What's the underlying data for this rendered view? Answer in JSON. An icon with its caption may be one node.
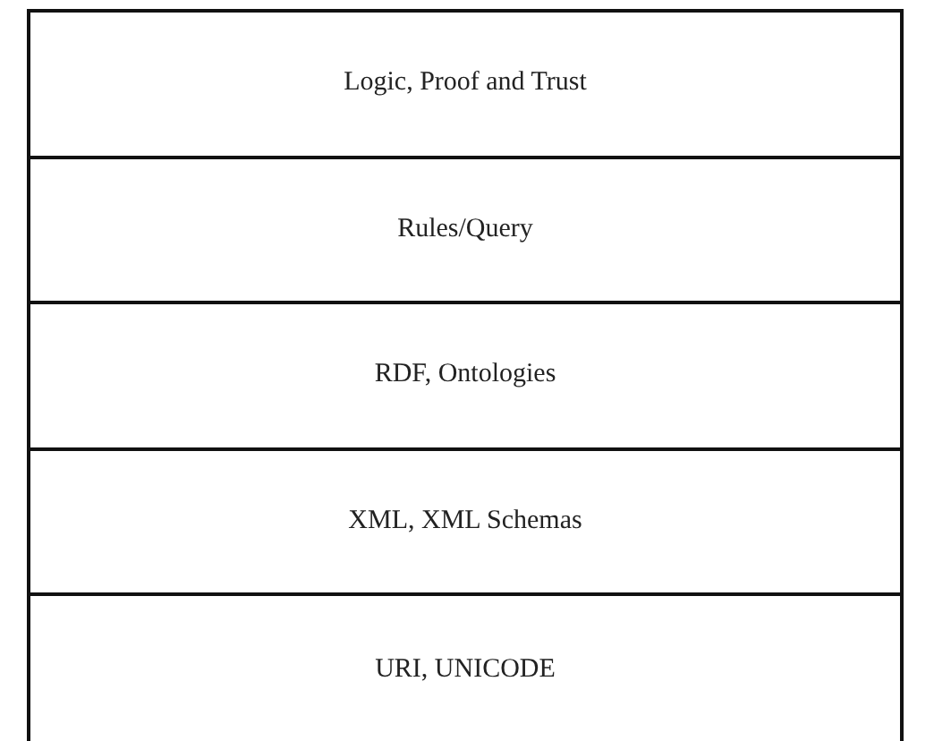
{
  "diagram": {
    "nodes": [
      {
        "text": [
          "Logic, Proof and Trust"
        ]
      },
      {
        "text": [
          "Rules/Query"
        ]
      },
      {
        "text": [
          "RDF, Ontologies"
        ]
      },
      {
        "text": [
          "XML, XML Schemas"
        ]
      },
      {
        "text": [
          "URI, UNICODE"
        ]
      }
    ]
  }
}
